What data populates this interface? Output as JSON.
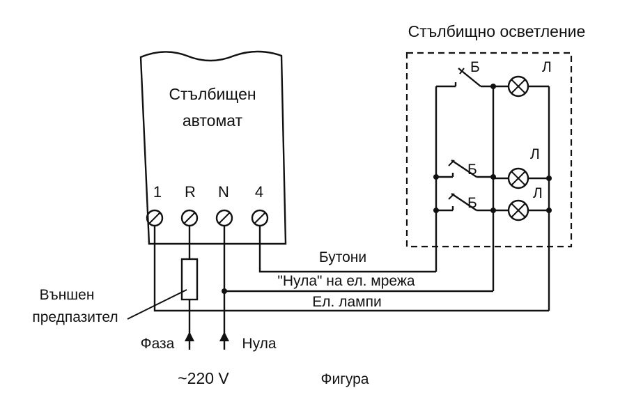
{
  "title": "Стълбищно осветление",
  "automat": {
    "line1": "Стълбищен",
    "line2": "автомат"
  },
  "terminals": [
    "1",
    "R",
    "N",
    "4"
  ],
  "switch_label": "Б",
  "lamp_label": "Л",
  "wires": {
    "buttons": "Бутони",
    "neutral": "\"Нула\" на ел. мрежа",
    "lamps": "Ел. лампи"
  },
  "fuse": {
    "line1": "Външен",
    "line2": "предпазител"
  },
  "supply": {
    "phase": "Фаза",
    "neutral": "Нула",
    "voltage": "~220 V"
  },
  "caption": "Фигура"
}
